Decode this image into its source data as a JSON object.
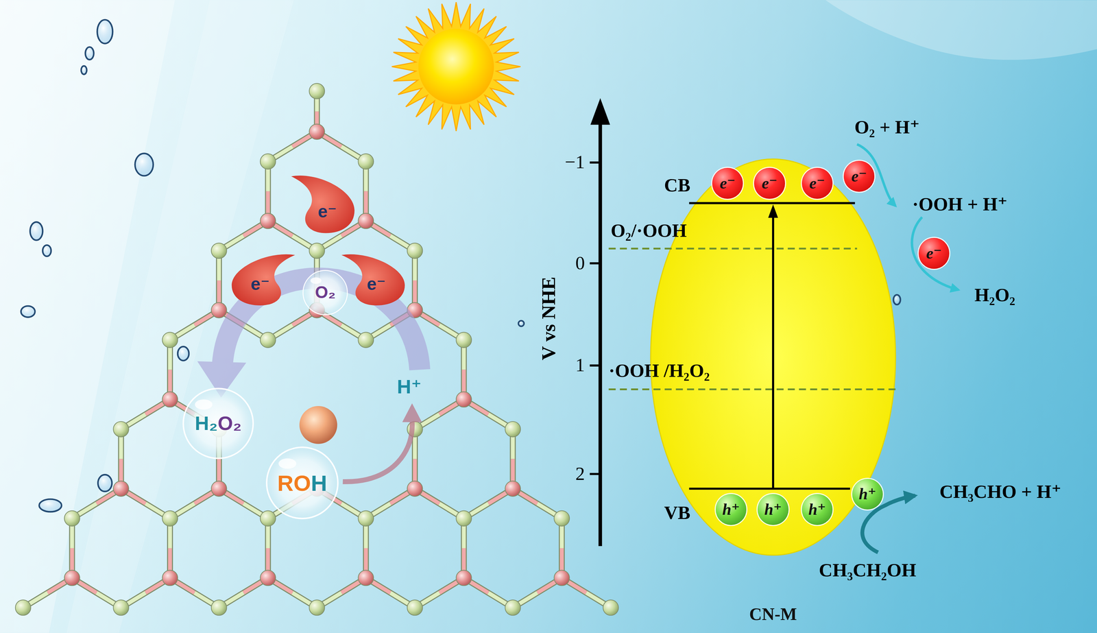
{
  "diagram": {
    "nodes": [
      {
        "text": [
          "e⁻"
        ]
      },
      {
        "text": [
          "e⁻"
        ]
      },
      {
        "text": [
          "e⁻"
        ]
      },
      {
        "text": [
          "O₂"
        ]
      },
      {
        "text": [
          "H₂O₂"
        ]
      },
      {
        "text": [
          "ROH"
        ]
      },
      {
        "text": [
          "CN-M"
        ]
      },
      {
        "text": [
          "e⁻"
        ],
        "in": 6
      },
      {
        "text": [
          "e⁻"
        ],
        "in": 6
      },
      {
        "text": [
          "e⁻"
        ],
        "in": 6
      },
      {
        "text": [
          "e⁻"
        ],
        "in": 6
      },
      {
        "text": [
          "h⁺"
        ],
        "in": 6
      },
      {
        "text": [
          "h⁺"
        ],
        "in": 6
      },
      {
        "text": [
          "h⁺"
        ],
        "in": 6
      },
      {
        "text": [
          "h⁺"
        ],
        "in": 6
      },
      {
        "text": [
          "e⁻"
        ]
      }
    ],
    "labels": [
      "H⁺",
      "−1",
      "0",
      "1",
      "2",
      "V vs NHE",
      "CB",
      "VB",
      "O₂/·OOH",
      "·OOH /H₂O₂",
      "O₂ + H⁺",
      "·OOH + H⁺",
      "H₂O₂",
      "CH₃CHO + H⁺",
      "CH₃CH₂OH"
    ]
  }
}
